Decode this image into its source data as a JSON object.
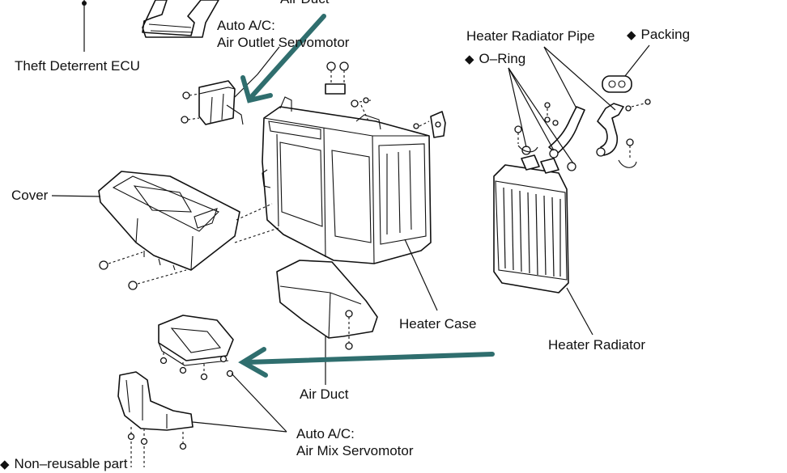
{
  "labels": {
    "air_duct_top": "Air Duct",
    "theft_ecu": "Theft Deterrent ECU",
    "outlet_servo_line1": "Auto A/C:",
    "outlet_servo_line2": "Air Outlet Servomotor",
    "heater_pipe": "Heater Radiator Pipe",
    "packing": "Packing",
    "o_ring": "O–Ring",
    "cover": "Cover",
    "heater_case": "Heater Case",
    "heater_radiator": "Heater Radiator",
    "air_duct_bottom": "Air Duct",
    "mix_servo_line1": "Auto A/C:",
    "mix_servo_line2": "Air Mix Servomotor",
    "non_reusable": "Non–reusable part"
  },
  "symbols": {
    "diamond": "◆"
  },
  "colors": {
    "arrow": "#2f6e6e",
    "line": "#111111",
    "background": "#ffffff"
  }
}
